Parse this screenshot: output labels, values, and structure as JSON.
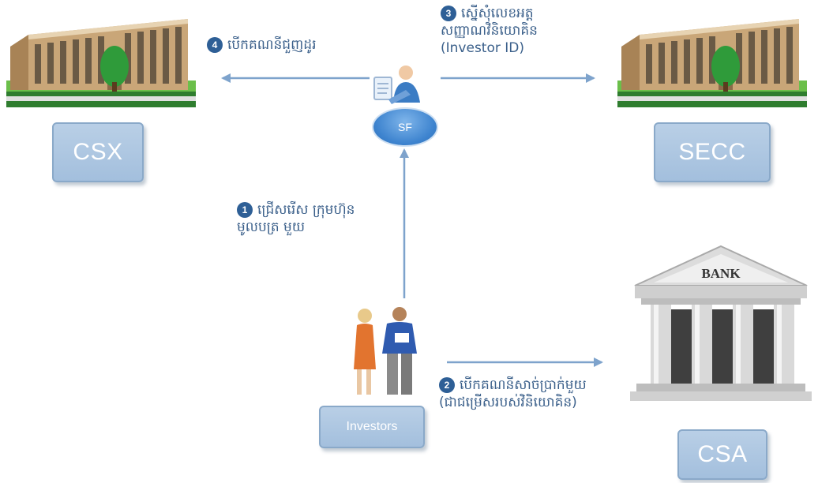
{
  "nodes": {
    "csx": "CSX",
    "secc": "SECC",
    "sf": "SF",
    "investors": "Investors",
    "csa": "CSA",
    "bank_sign": "BANK"
  },
  "steps": {
    "step1": {
      "num": "1",
      "line1": "ជ្រើសរើស  ក្រុមហ៊ុន",
      "line2": "មូលបត្រ មួយ"
    },
    "step2": {
      "num": "2",
      "line1": "បើកគណនីសាច់ប្រាក់មួយ",
      "line2": "(ជាជម្រើសរបស់វិនិយោគិន)"
    },
    "step3": {
      "num": "3",
      "line1": "ស្នើសុំលេខអត្ត",
      "line2": "សញ្ញាណវិនិយោគិន",
      "line3": "(Investor ID)"
    },
    "step4": {
      "num": "4",
      "line1": "បើកគណនីជួញដូរ"
    }
  },
  "colors": {
    "arrow": "#7ea3cc",
    "box_fill": "#a9c4e1",
    "badge": "#2e5f96",
    "step_text": "#3a5f8a"
  }
}
